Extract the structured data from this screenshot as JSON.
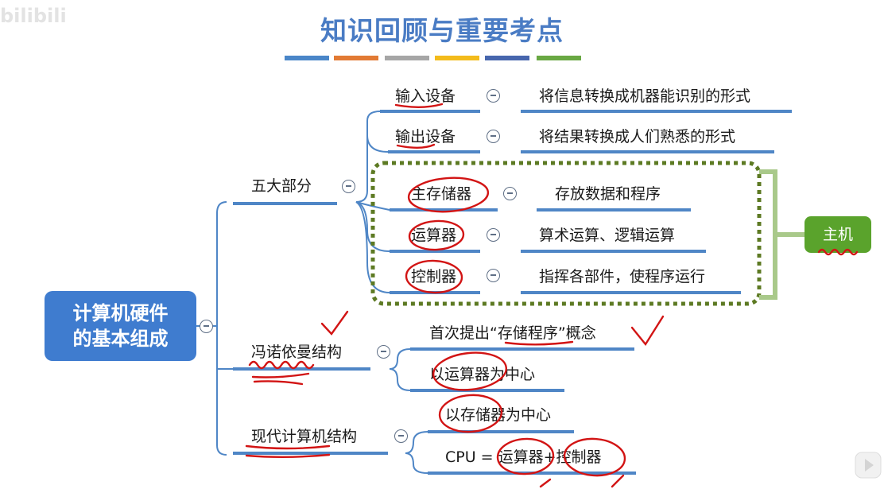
{
  "watermark": "bilibili",
  "title": "知识回顾与重要考点",
  "stripe_colors": [
    "#4a86c8",
    "#e27a34",
    "#a6a6a6",
    "#f3bb1b",
    "#4766ad",
    "#69a843"
  ],
  "root": {
    "line1": "计算机硬件",
    "line2": "的基本组成"
  },
  "branches": {
    "five_parts": "五大部分",
    "von_neumann": "冯诺依曼结构",
    "modern": "现代计算机结构"
  },
  "five_parts": [
    {
      "name": "输入设备",
      "desc": "将信息转换成机器能识别的形式"
    },
    {
      "name": "输出设备",
      "desc": "将结果转换成人们熟悉的形式"
    },
    {
      "name": "主存储器",
      "desc": "存放数据和程序"
    },
    {
      "name": "运算器",
      "desc": "算术运算、逻辑运算"
    },
    {
      "name": "控制器",
      "desc": "指挥各部件，使程序运行"
    }
  ],
  "host_label": "主机",
  "von_neumann_items": {
    "item1_prefix": "首次提出“",
    "item1_em": "存储程序",
    "item1_suffix": "”概念",
    "item2": "以运算器为中心"
  },
  "modern_items": {
    "item1": "以存储器为中心",
    "item2": "CPU = 运算器+控制器"
  },
  "colors": {
    "title": "#4a7cc4",
    "line_blue": "#4f86c6",
    "root_bg": "#3f7ccf",
    "host_bg": "#5aa32c",
    "host_frame": "#a9c98a",
    "dashed_box": "#5d7a23",
    "ink_red": "#d21414"
  }
}
